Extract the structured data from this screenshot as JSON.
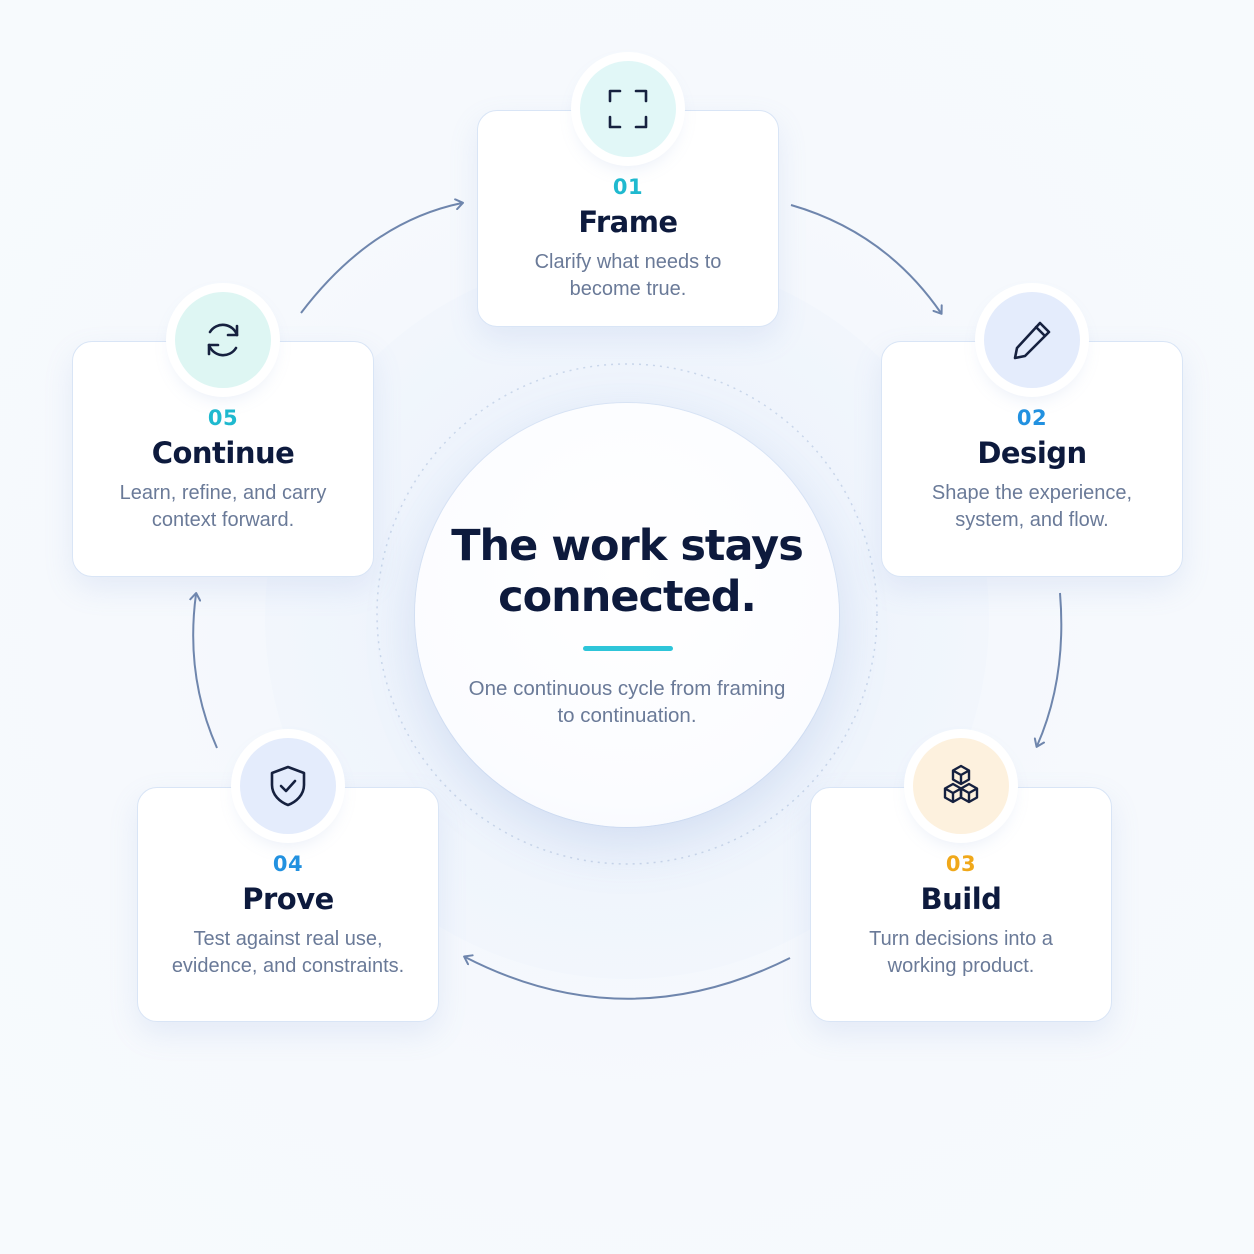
{
  "center": {
    "title": "The work stays connected.",
    "subtitle": "One continuous cycle from framing to continuation."
  },
  "steps": [
    {
      "number": "01",
      "title": "Frame",
      "description": "Clarify what needs to become true.",
      "icon": "frame-corners-icon",
      "accent": "#1fb9cf",
      "badge_color": "#e1f7f7"
    },
    {
      "number": "02",
      "title": "Design",
      "description": "Shape the experience, system, and flow.",
      "icon": "pencil-icon",
      "accent": "#2291e0",
      "badge_color": "#e4ecfc"
    },
    {
      "number": "03",
      "title": "Build",
      "description": "Turn decisions into a working product.",
      "icon": "cubes-icon",
      "accent": "#f0a81a",
      "badge_color": "#fdf1de"
    },
    {
      "number": "04",
      "title": "Prove",
      "description": "Test against real use, evidence, and constraints.",
      "icon": "shield-check-icon",
      "accent": "#2291e0",
      "badge_color": "#e4ecfc"
    },
    {
      "number": "05",
      "title": "Continue",
      "description": "Learn, refine, and carry context forward.",
      "icon": "refresh-icon",
      "accent": "#1fb9cf",
      "badge_color": "#def6f3"
    }
  ],
  "colors": {
    "arrow": "#6f86ad",
    "title_text": "#0d1a3d",
    "body_text": "#6a7a98",
    "center_rule": "#2ec5d9"
  }
}
